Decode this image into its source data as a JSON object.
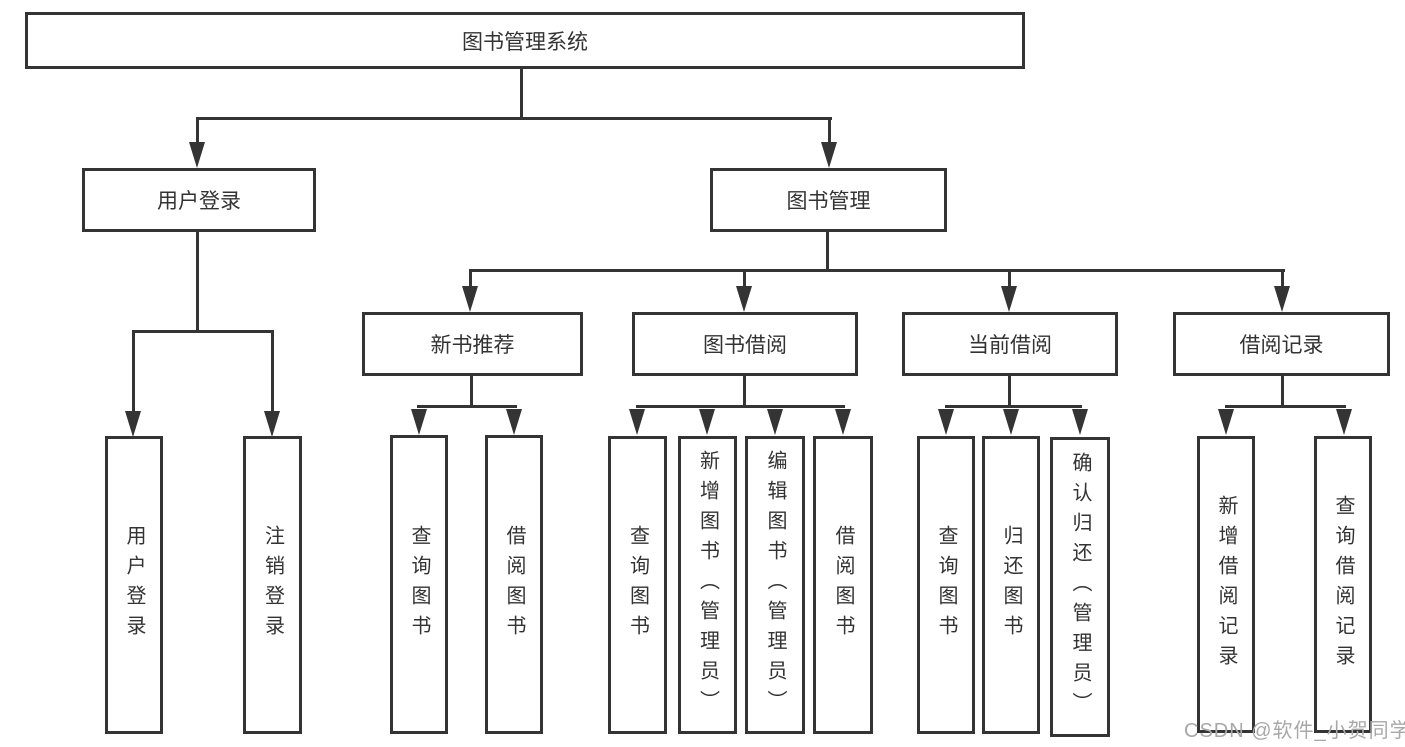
{
  "diagram": {
    "root": "图书管理系统",
    "branches": [
      {
        "label": "用户登录",
        "children": [
          "用户登录",
          "注销登录"
        ]
      },
      {
        "label": "图书管理",
        "children": [
          {
            "label": "新书推荐",
            "children": [
              "查询图书",
              "借阅图书"
            ]
          },
          {
            "label": "图书借阅",
            "children": [
              "查询图书",
              "新增图书（管理员）",
              "编辑图书（管理员）",
              "借阅图书"
            ]
          },
          {
            "label": "当前借阅",
            "children": [
              "查询图书",
              "归还图书",
              "确认归还（管理员）"
            ]
          },
          {
            "label": "借阅记录",
            "children": [
              "新增借阅记录",
              "查询借阅记录"
            ]
          }
        ]
      }
    ]
  },
  "watermark": {
    "text": "CSDN @软件_小贺同学"
  },
  "colors": {
    "line": "#343434",
    "text": "#333333",
    "watermark": "#a8a8a8",
    "background": "#ffffff"
  }
}
